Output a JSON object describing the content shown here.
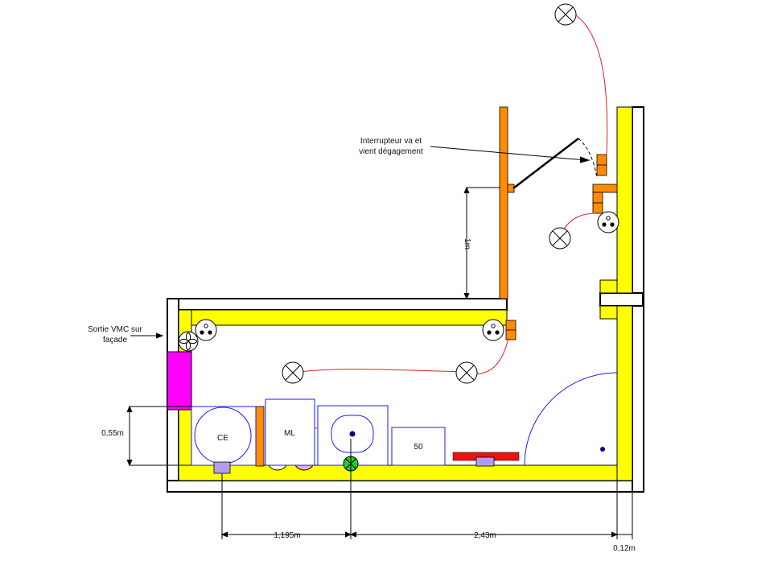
{
  "labels": {
    "switch_note_line1": "Interrupteur va et",
    "switch_note_line2": "vient dégagement",
    "vmc_line1": "Sortie VMC sur",
    "vmc_line2": "façade",
    "dim_055": "0,55m",
    "dim_1m": "1m",
    "dim_1195": "1,195m",
    "dim_243": "2,43m",
    "dim_012": "0,12m",
    "ce": "CE",
    "ml": "ML",
    "fifty": "50"
  },
  "colors": {
    "wall_fill": "#ffff00",
    "wall_line": "#000000",
    "partition": "#ff8c00",
    "wire": "#e0202a",
    "vmc": "#ff00ff",
    "door_arc": "#1a1aff",
    "socket_pink": "#f4a7d0",
    "junction_green": "#22cc33",
    "box_purple": "#b39cf0",
    "radiator_red": "#ee1111"
  },
  "icons": [
    "light-point-icon",
    "socket-icon",
    "switch-icon",
    "vmc-fan-icon",
    "junction-box-icon"
  ]
}
